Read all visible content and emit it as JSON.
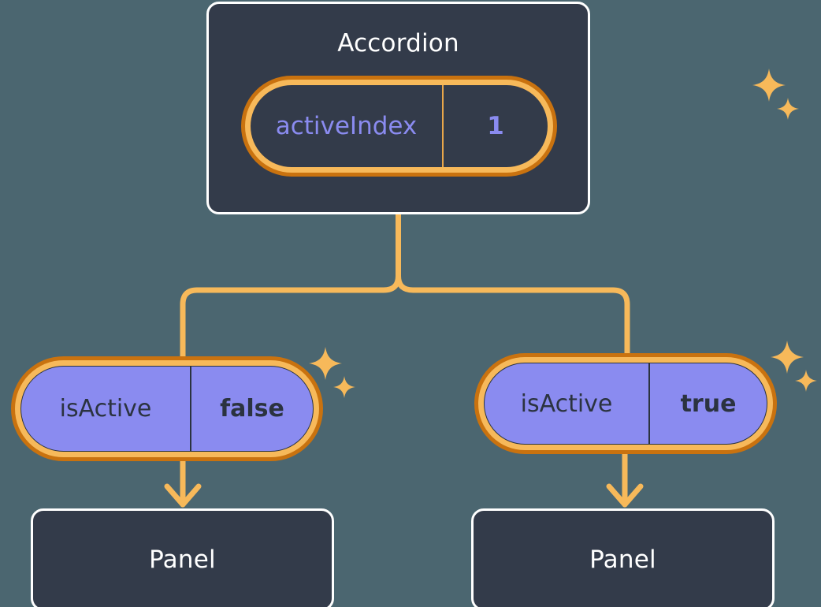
{
  "theme": {
    "background": "#4b6670",
    "card_bg": "#333b4a",
    "card_border": "#ffffff",
    "pill_ring_outer": "#c9720f",
    "pill_ring_inner": "#f7b95a",
    "pill_purple_fill": "#8a8bf0",
    "accent_periwinkle": "#8a8bf0",
    "connector": "#f7b95a",
    "text_light": "#ffffff",
    "text_dark": "#2b3340"
  },
  "diagram": {
    "type": "component-state-tree",
    "root": {
      "title": "Accordion",
      "state": {
        "key": "activeIndex",
        "value": "1"
      }
    },
    "children": [
      {
        "prop": {
          "key": "isActive",
          "value": "false"
        },
        "node": {
          "title": "Panel"
        }
      },
      {
        "prop": {
          "key": "isActive",
          "value": "true"
        },
        "node": {
          "title": "Panel"
        }
      }
    ]
  },
  "icons": {
    "sparkle_large": "sparkle-four-point-large",
    "sparkle_small": "sparkle-four-point-small"
  }
}
